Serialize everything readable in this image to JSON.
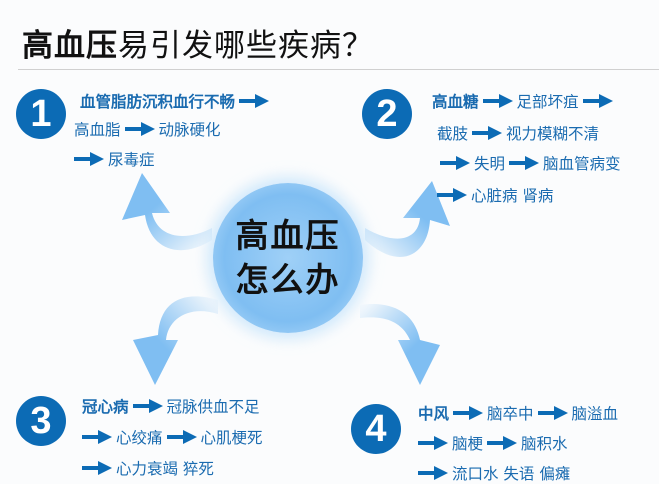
{
  "title": {
    "bold": "高血压",
    "rest": "易引发哪些疾病？"
  },
  "center": {
    "line1": "高血压",
    "line2": "怎么办"
  },
  "colors": {
    "accent": "#0c6bb5",
    "text": "#1a6bb0",
    "arrow_light": "#7fbef2"
  },
  "sections": [
    {
      "number": "1",
      "lines": [
        [
          {
            "t": "血管脂肪沉积血行不畅",
            "b": true
          },
          {
            "a": 1
          }
        ],
        [
          {
            "t": "高血脂"
          },
          {
            "a": 1
          },
          {
            "t": "动脉硬化"
          }
        ],
        [
          {
            "a": 1
          },
          {
            "t": "尿毒症"
          }
        ]
      ]
    },
    {
      "number": "2",
      "lines": [
        [
          {
            "t": "高血糖",
            "b": true
          },
          {
            "a": 1
          },
          {
            "t": "足部坏疽"
          },
          {
            "a": 1
          }
        ],
        [
          {
            "t": "截肢"
          },
          {
            "a": 1
          },
          {
            "t": "视力模糊不清"
          }
        ],
        [
          {
            "a": 1
          },
          {
            "t": "失明"
          },
          {
            "a": 1
          },
          {
            "t": "脑血管病变"
          }
        ],
        [
          {
            "a": 1
          },
          {
            "t": "心脏病 肾病"
          }
        ]
      ]
    },
    {
      "number": "3",
      "lines": [
        [
          {
            "t": "冠心病",
            "b": true
          },
          {
            "a": 1
          },
          {
            "t": "冠脉供血不足"
          }
        ],
        [
          {
            "a": 1
          },
          {
            "t": "心绞痛"
          },
          {
            "a": 1
          },
          {
            "t": "心肌梗死"
          }
        ],
        [
          {
            "a": 1
          },
          {
            "t": "心力衰竭 猝死"
          }
        ]
      ]
    },
    {
      "number": "4",
      "lines": [
        [
          {
            "t": "中风",
            "b": true
          },
          {
            "a": 1
          },
          {
            "t": "脑卒中"
          },
          {
            "a": 1
          },
          {
            "t": "脑溢血"
          }
        ],
        [
          {
            "a": 1
          },
          {
            "t": "脑梗"
          },
          {
            "a": 1
          },
          {
            "t": "脑积水"
          }
        ],
        [
          {
            "a": 1
          },
          {
            "t": "流口水 失语 偏瘫"
          }
        ]
      ]
    }
  ]
}
